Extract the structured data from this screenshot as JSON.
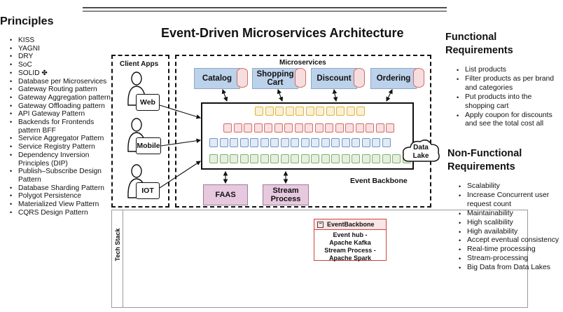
{
  "left": {
    "heading": "Principles",
    "items": [
      "KISS",
      "YAGNI",
      "DRY",
      "SoC",
      "SOLID ✤",
      "Database per Microservices",
      "Gateway Routing pattern",
      "Gateway Aggregation pattern",
      "Gateway Offloading pattern",
      "API Gateway Pattern",
      "Backends for Frontends pattern BFF",
      "Service Aggregator Pattern",
      "Service Registry Pattern",
      "Dependency Inversion Principles (DIP)",
      "Publish–Subscribe Design Pattern",
      "Database Sharding Pattern",
      "Polygot Persistence",
      "Materialized View Pattern",
      "CQRS Design Pattern"
    ]
  },
  "title": "Event-Driven Microservices Architecture",
  "client_apps": {
    "label": "Client Apps",
    "devices": [
      "Web",
      "Mobile",
      "IOT"
    ]
  },
  "microservices": {
    "label": "Microservices",
    "services": [
      "Catalog",
      "Shopping Cart",
      "Discount",
      "Ordering"
    ]
  },
  "backbone": {
    "label": "Event Backbone",
    "data_lake": "Data Lake"
  },
  "bottom_services": [
    "FAAS",
    "Stream Process"
  ],
  "tech_stack": {
    "label": "Tech Stack",
    "box_title": "EventBackbone",
    "lines": [
      "Event hub -",
      "Apache Kafka",
      "Stream Process -",
      "Apache Spark"
    ],
    "collapse_icon": "minus-square-icon"
  },
  "functional": {
    "heading": "Functional Requirements",
    "items": [
      "List products",
      "Filter products as per brand and categories",
      "Put products into the shopping cart",
      "Apply coupon for discounts and see the total cost all"
    ]
  },
  "nonfunctional": {
    "heading": "Non-Functional Requirements",
    "items": [
      "Scalability",
      "Increase Concurrent user request count",
      "Maintainability",
      "High scalibility",
      "High availability",
      "Accept eventual consistency",
      "Real-time processing",
      "Stream-processing",
      "Big Data from Data Lakes"
    ]
  },
  "colors": {
    "service_fill": "#bcd1ea",
    "faas_fill": "#e7c9df",
    "row_yellow": "#e0b43a",
    "row_red": "#d66a6a",
    "row_blue": "#6f94c8",
    "row_green": "#7fb069",
    "eventbox_border": "#cc4444"
  }
}
